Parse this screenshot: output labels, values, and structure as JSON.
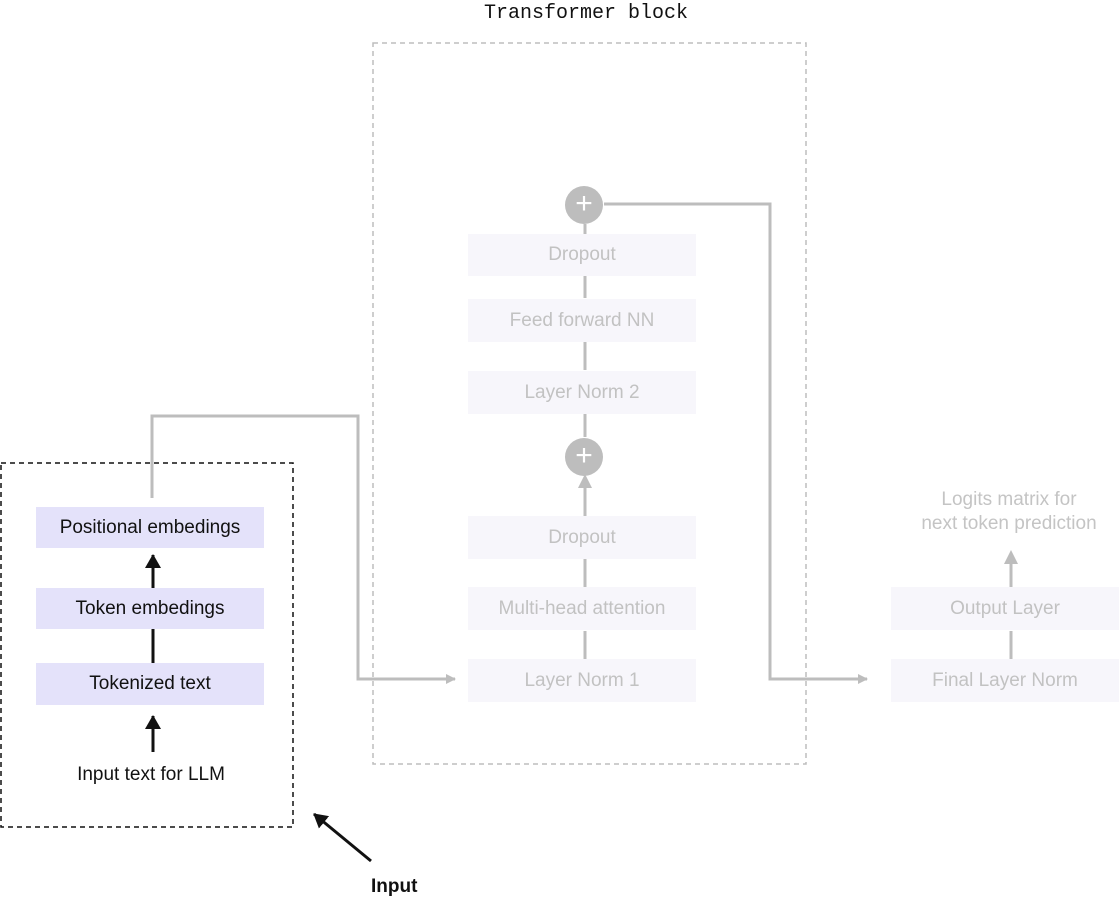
{
  "title": "Transformer block",
  "input_section": {
    "label": "Input",
    "source_text": "Input text for LLM",
    "stages": [
      "Tokenized text",
      "Token embedings",
      "Positional embedings"
    ]
  },
  "transformer_block": {
    "lower_stack": [
      "Layer Norm 1",
      "Multi-head attention",
      "Dropout"
    ],
    "upper_stack": [
      "Layer Norm 2",
      "Feed forward NN",
      "Dropout"
    ],
    "residual_symbol": "+"
  },
  "output_section": {
    "stack": [
      "Final Layer Norm",
      "Output Layer"
    ],
    "result_line1": "Logits matrix for",
    "result_line2": "next token prediction"
  },
  "colors": {
    "active_box": "#e4e2fa",
    "faded_box": "#f7f6fb",
    "connector_gray": "#bdbdbd",
    "active_text": "#111111",
    "faded_text": "#c2c2c2"
  }
}
